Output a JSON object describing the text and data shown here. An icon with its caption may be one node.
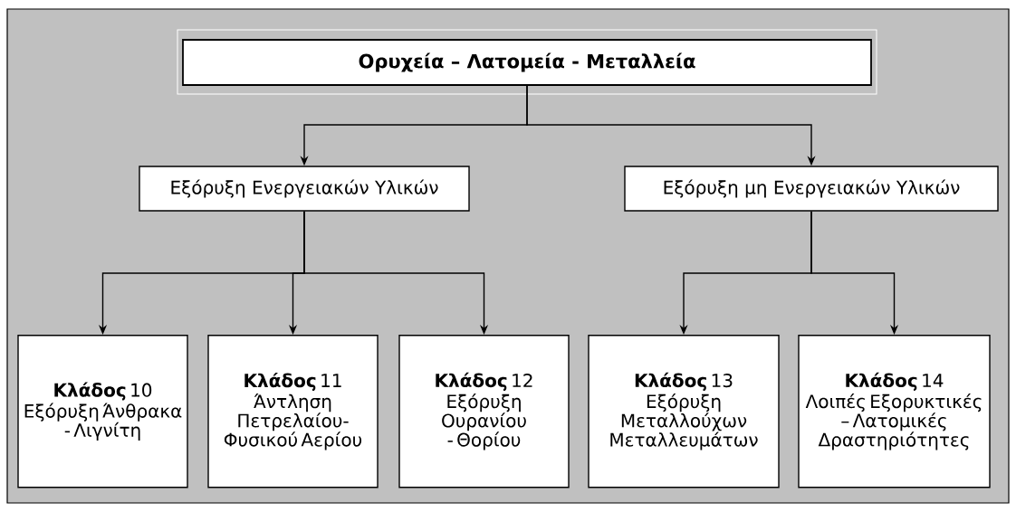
{
  "diagram": {
    "nodes": [
      {
        "text": [
          "Ορυχεία – Λατομεία - Μεταλλεία"
        ]
      },
      {
        "text": [
          "Εξόρυξη Ενεργειακών Υλικών"
        ]
      },
      {
        "text": [
          "Εξόρυξη μη Ενεργειακών Υλικών"
        ]
      },
      {
        "text": [
          "**Κλάδος** 10",
          "Εξόρυξη Άνθρακα - Λιγνίτη"
        ]
      },
      {
        "text": [
          "**Κλάδος** 11",
          "Άντληση Πετρελαίου- Φυσικού Αερίου"
        ]
      },
      {
        "text": [
          "**Κλάδος** 12",
          "Εξόρυξη Ουρανίου - Θορίου"
        ]
      },
      {
        "text": [
          "**Κλάδος** 13",
          "Εξόρυξη Μεταλλούχων Μεταλλευμάτων"
        ]
      },
      {
        "text": [
          "**Κλάδος** 14",
          "Λοιπές Εξορυκτικές – Λατομικές Δραστηριότητες"
        ]
      }
    ],
    "edges": [
      {
        "from": 0,
        "to": 1,
        "arrow": "to"
      },
      {
        "from": 0,
        "to": 2,
        "arrow": "to"
      },
      {
        "from": 1,
        "to": 3,
        "arrow": "to"
      },
      {
        "from": 1,
        "to": 4,
        "arrow": "to"
      },
      {
        "from": 1,
        "to": 5,
        "arrow": "to"
      },
      {
        "from": 2,
        "to": 6,
        "arrow": "to"
      },
      {
        "from": 2,
        "to": 7,
        "arrow": "to"
      }
    ]
  }
}
